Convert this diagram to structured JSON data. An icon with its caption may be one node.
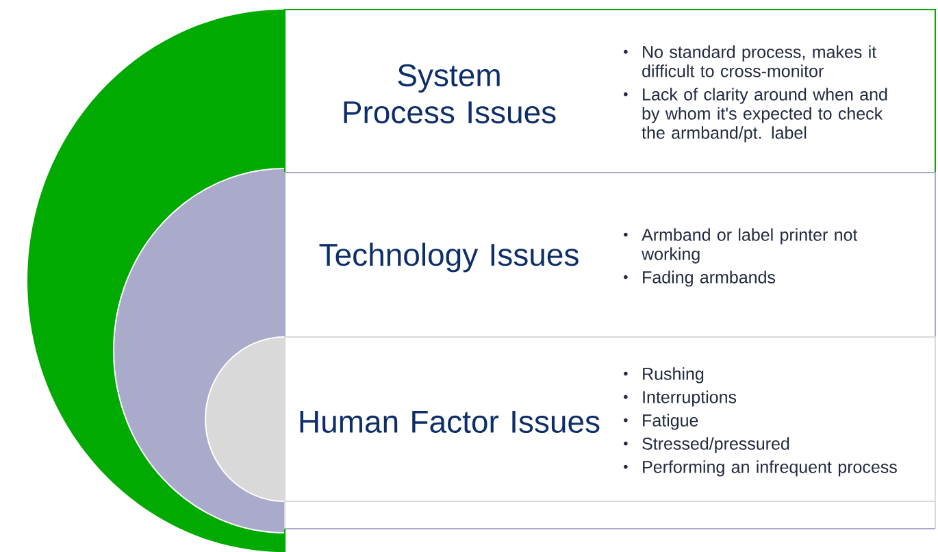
{
  "diagram": {
    "nodes": [
      {
        "text": [
          "System Process Issues",
          "No standard process, makes it difficult to cross-monitor",
          "Lack of clarity around when and by whom it's expected to check the armband/pt. label"
        ]
      },
      {
        "text": [
          "Technology Issues",
          "Armband or label printer not working",
          "Fading armbands"
        ]
      },
      {
        "text": [
          "Human Factor Issues",
          "Rushing",
          "Interruptions",
          "Fatigue",
          "Stressed/pressured",
          "Performing an infrequent process"
        ]
      }
    ]
  }
}
